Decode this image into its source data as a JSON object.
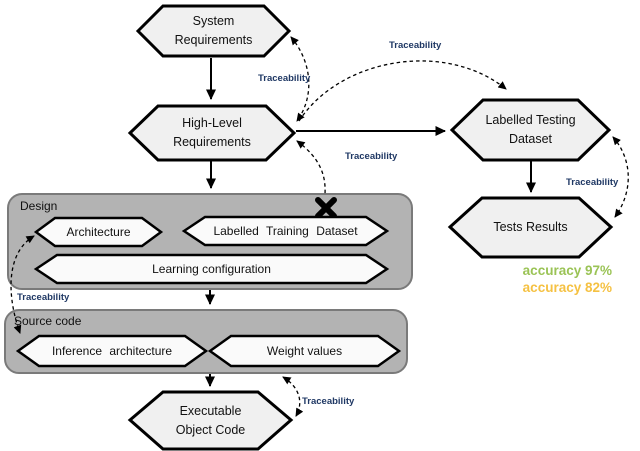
{
  "figure": {
    "type": "development-lifecycle-traceability-diagram"
  },
  "nodes": {
    "system_requirements": {
      "label": "System\nRequirements"
    },
    "high_level_requirements": {
      "label": "High-Level\nRequirements"
    },
    "labelled_testing_dataset": {
      "label": "Labelled Testing\nDataset"
    },
    "tests_results": {
      "label": "Tests Results"
    },
    "architecture": {
      "label": "Architecture"
    },
    "labelled_training_dataset": {
      "label": "Labelled Training Dataset"
    },
    "learning_configuration": {
      "label": "Learning configuration"
    },
    "inference_architecture": {
      "label": "Inference architecture"
    },
    "weight_values": {
      "label": "Weight values"
    },
    "executable_object_code": {
      "label": "Executable\nObject Code"
    }
  },
  "groups": {
    "design": {
      "label": "Design"
    },
    "source_code": {
      "label": "Source code"
    }
  },
  "annotations": {
    "traceability": "Traceability",
    "accuracy": [
      {
        "label": "accuracy 97%",
        "color": "#9ac355"
      },
      {
        "label": "accuracy 82%",
        "color": "#f5c142"
      }
    ]
  },
  "icons": {
    "broken_link": "heavy X mark (severed traceability link)"
  },
  "colors": {
    "node_fill": "#f0f0f0",
    "inner_node_fill": "#fafafa",
    "group_fill": "#b3b3b3",
    "group_border": "#7a7a7a",
    "outline": "#000000",
    "traceability_label": "#1f3864",
    "accuracy_green": "#9ac355",
    "accuracy_yellow": "#f5c142"
  }
}
